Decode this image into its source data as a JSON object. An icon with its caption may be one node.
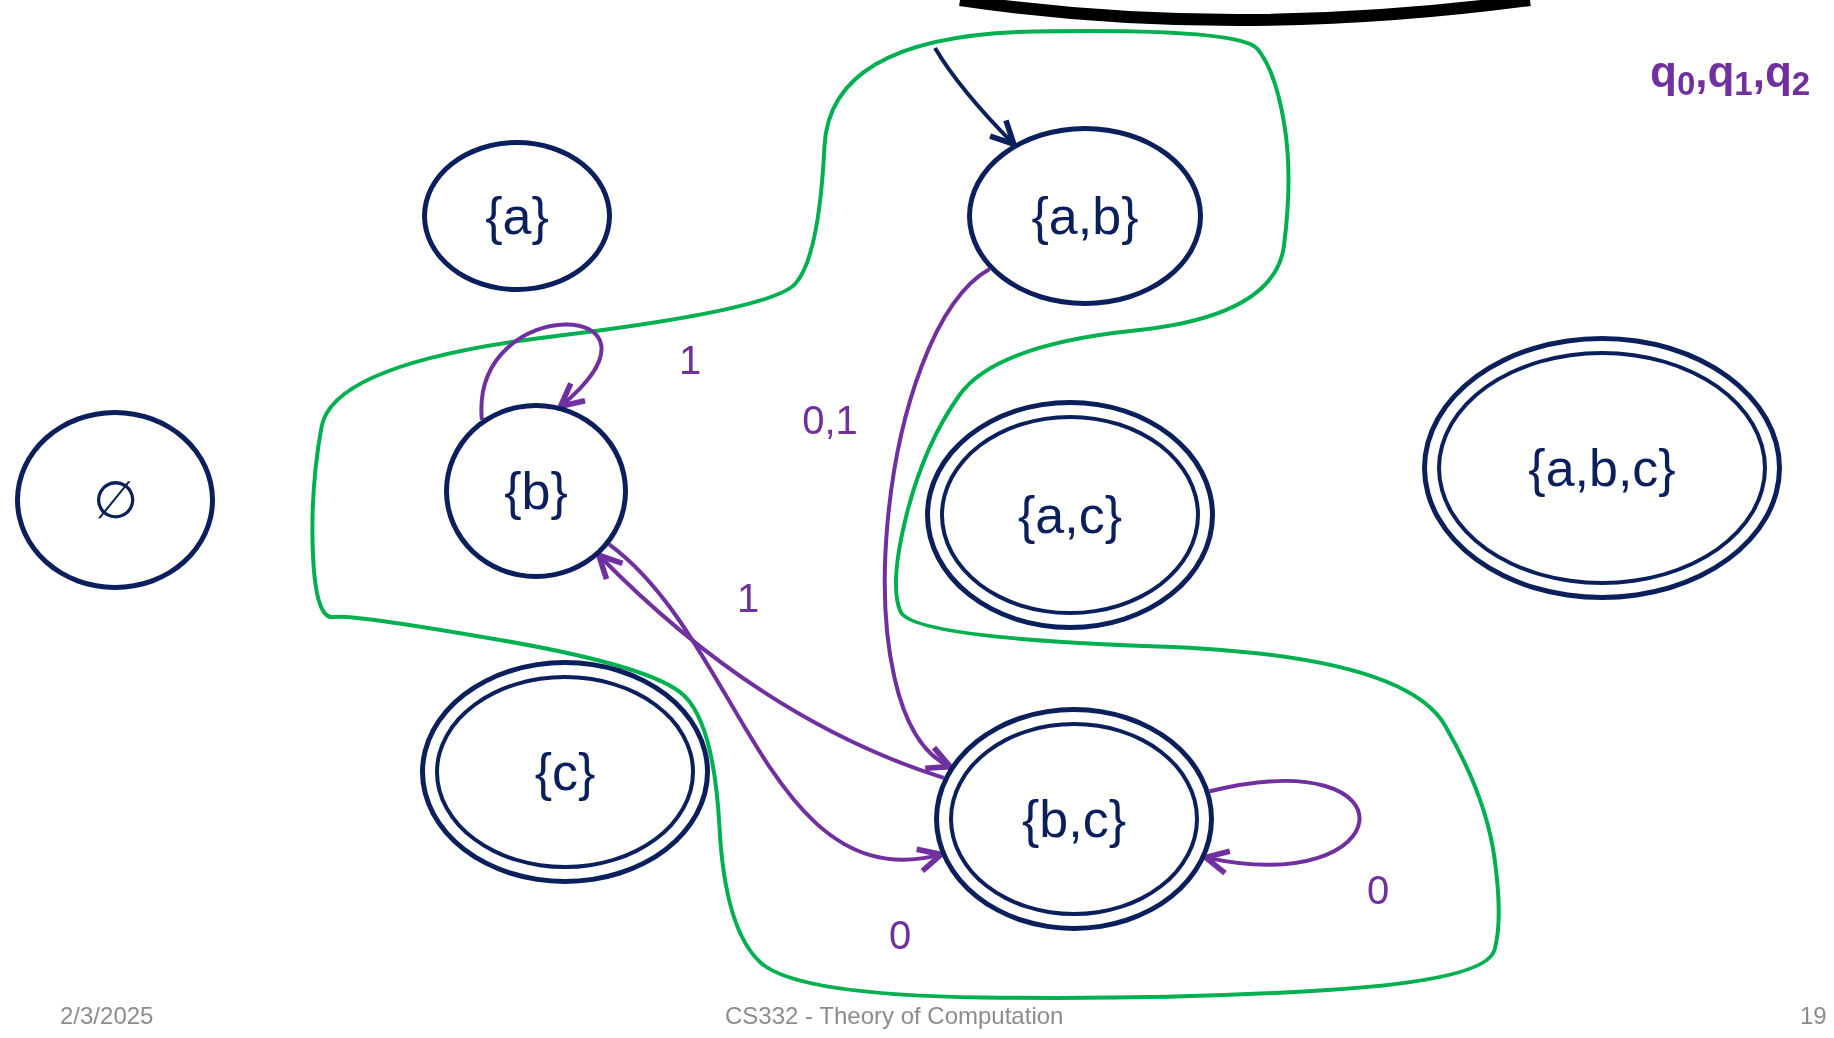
{
  "diagram": {
    "nodes": [
      {
        "text": [
          "{a}"
        ]
      },
      {
        "text": [
          "{a,b}"
        ]
      },
      {
        "text": [
          "∅"
        ]
      },
      {
        "text": [
          "{b}"
        ]
      },
      {
        "text": [
          "{a,c}"
        ]
      },
      {
        "text": [
          "{a,b,c}"
        ]
      },
      {
        "text": [
          "{c}"
        ]
      },
      {
        "text": [
          "{b,c}"
        ]
      }
    ],
    "edges": [
      {
        "from": null,
        "to": 1,
        "arrow": "to",
        "color": "#0b1f5c"
      },
      {
        "from": 3,
        "to": 3,
        "arrow": "to",
        "label": "1"
      },
      {
        "from": 1,
        "to": 7,
        "arrow": "to",
        "label": "0,1"
      },
      {
        "from": 7,
        "to": 3,
        "arrow": "to",
        "label": "1"
      },
      {
        "from": 3,
        "to": 7,
        "arrow": "to",
        "label": "0"
      },
      {
        "from": 7,
        "to": 7,
        "arrow": "to",
        "label": "0"
      }
    ],
    "labels": [
      "q$_{0}$,q$_{1}$,q$_{2}$",
      "2/3/2025",
      "CS332 - Theory of Computation",
      "19"
    ]
  }
}
